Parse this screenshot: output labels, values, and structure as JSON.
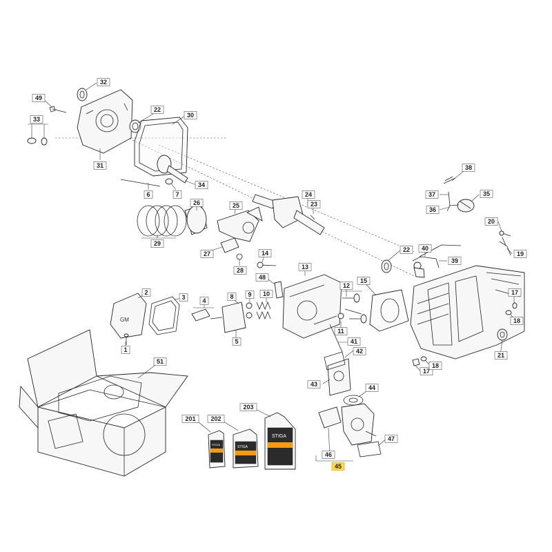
{
  "diagram": {
    "callouts": [
      {
        "id": "c1",
        "text": "1"
      },
      {
        "id": "c2",
        "text": "2"
      },
      {
        "id": "c3",
        "text": "3"
      },
      {
        "id": "c4",
        "text": "4"
      },
      {
        "id": "c5",
        "text": "5"
      },
      {
        "id": "c6",
        "text": "6"
      },
      {
        "id": "c7",
        "text": "7"
      },
      {
        "id": "c8",
        "text": "8"
      },
      {
        "id": "c9",
        "text": "9"
      },
      {
        "id": "c10",
        "text": "10"
      },
      {
        "id": "c11",
        "text": "11"
      },
      {
        "id": "c12",
        "text": "12"
      },
      {
        "id": "c13",
        "text": "13"
      },
      {
        "id": "c14",
        "text": "14"
      },
      {
        "id": "c15",
        "text": "15"
      },
      {
        "id": "c17a",
        "text": "17"
      },
      {
        "id": "c17b",
        "text": "17"
      },
      {
        "id": "c18a",
        "text": "18"
      },
      {
        "id": "c18b",
        "text": "18"
      },
      {
        "id": "c19",
        "text": "19"
      },
      {
        "id": "c20",
        "text": "20"
      },
      {
        "id": "c21",
        "text": "21"
      },
      {
        "id": "c22a",
        "text": "22"
      },
      {
        "id": "c22b",
        "text": "22"
      },
      {
        "id": "c23",
        "text": "23"
      },
      {
        "id": "c24",
        "text": "24"
      },
      {
        "id": "c25",
        "text": "25"
      },
      {
        "id": "c26",
        "text": "26"
      },
      {
        "id": "c27",
        "text": "27"
      },
      {
        "id": "c28",
        "text": "28"
      },
      {
        "id": "c29",
        "text": "29"
      },
      {
        "id": "c30",
        "text": "30"
      },
      {
        "id": "c31",
        "text": "31"
      },
      {
        "id": "c32",
        "text": "32"
      },
      {
        "id": "c33",
        "text": "33"
      },
      {
        "id": "c34",
        "text": "34"
      },
      {
        "id": "c35",
        "text": "35"
      },
      {
        "id": "c36",
        "text": "36"
      },
      {
        "id": "c37",
        "text": "37"
      },
      {
        "id": "c38",
        "text": "38"
      },
      {
        "id": "c39",
        "text": "39"
      },
      {
        "id": "c40",
        "text": "40"
      },
      {
        "id": "c41",
        "text": "41"
      },
      {
        "id": "c42",
        "text": "42"
      },
      {
        "id": "c43",
        "text": "43"
      },
      {
        "id": "c44",
        "text": "44"
      },
      {
        "id": "c45",
        "text": "45",
        "highlight": true
      },
      {
        "id": "c46",
        "text": "46"
      },
      {
        "id": "c47",
        "text": "47"
      },
      {
        "id": "c48",
        "text": "48"
      },
      {
        "id": "c49",
        "text": "49"
      },
      {
        "id": "c51",
        "text": "51"
      },
      {
        "id": "c201",
        "text": "201"
      },
      {
        "id": "c202",
        "text": "202"
      },
      {
        "id": "c203",
        "text": "203"
      }
    ],
    "highlight_color": "#ffd84a",
    "bottle_brand": "STIGA"
  }
}
